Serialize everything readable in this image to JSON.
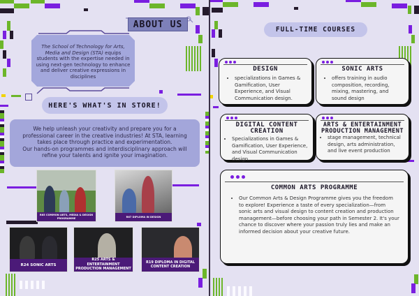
{
  "left_page": {
    "about_title": "ABOUT US",
    "intro_italic": "The School of Technology for Arts, Media and Design (STA)",
    "intro_rest": " equips students with the expertise needed in using next-gen technology to enhance and deliver creative expressions in disciplines",
    "store_title": "HERE'S WHAT'S IN STORE!",
    "store_text_1": "We help unleash your creativity and prepare you for a professional career in the creative industries! At STA, learning takes place through practice and experimentation.",
    "store_text_2": "Our hands-on programmes and interdisciplinary approach will refine your talents and ignite your imagination.",
    "photos": [
      {
        "caption": "R65 COMMON ARTS, MEDIA & DESIGN PROGRAMME"
      },
      {
        "caption": "R67 DIPLOMA IN DESIGN"
      },
      {
        "caption": "R24 SONIC ARTS"
      },
      {
        "caption": "R25 ARTS & ENTERTAINMENT PRODUCTION MANAGEMENT"
      },
      {
        "caption": "R19 DIPLOMA IN DIGITAL CONTENT CREATION"
      }
    ]
  },
  "right_page": {
    "title": "FULL-TIME COURSES",
    "courses": [
      {
        "name": "DESIGN",
        "desc": "specializations in Games & Gamification, User Experience, and Visual Communication design."
      },
      {
        "name": "SONIC ARTS",
        "desc": "offers training in audio composition, recording, mixing, mastering, and sound design"
      },
      {
        "name": "DIGITAL CONTENT CREATION",
        "desc": "Specializations in Games & Gamification, User Experience, and Visual Communication design."
      },
      {
        "name": "ARTS & ENTERTAINMENT PRODUCTION MANAGEMENT",
        "desc": "stage management, technical design, arts administration, and live event production"
      }
    ],
    "common": {
      "name": "COMMON ARTS PROGRAMME",
      "desc": "Our Common Arts & Design Programme gives you the freedom to explore! Experience a taste of every specialization—from sonic arts and visual design to content creation and production management—before choosing your path in Semester 2. It's your chance to discover where your passion truly lies and make an informed decision about your creative future."
    }
  },
  "colors": {
    "background": "#e4e1f2",
    "purple": "#7a1ee0",
    "green": "#6cb62a",
    "panel": "#a3a6da"
  }
}
